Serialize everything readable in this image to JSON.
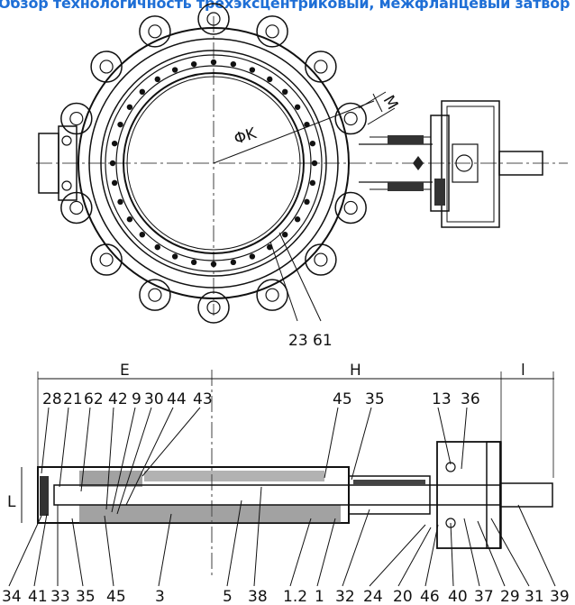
{
  "banner": {
    "text": "Обзор технологичность трехэксцентриковый, межфланцевый затвор"
  },
  "front_view": {
    "diameter_label": "ΦK",
    "m_label": "M",
    "callouts": [
      "23",
      "61"
    ]
  },
  "section_view": {
    "dims": {
      "e": "E",
      "h": "H",
      "l_right": "l",
      "l_left": "L"
    },
    "top_callouts": [
      "28",
      "21",
      "62",
      "42",
      "9",
      "30",
      "44",
      "43",
      "45",
      "35",
      "13",
      "36"
    ],
    "bottom_callouts": [
      "34",
      "41",
      "33",
      "35",
      "45",
      "3",
      "5",
      "38",
      "1.2",
      "1",
      "32",
      "24",
      "20",
      "46",
      "40",
      "37",
      "29",
      "31",
      "39"
    ]
  }
}
